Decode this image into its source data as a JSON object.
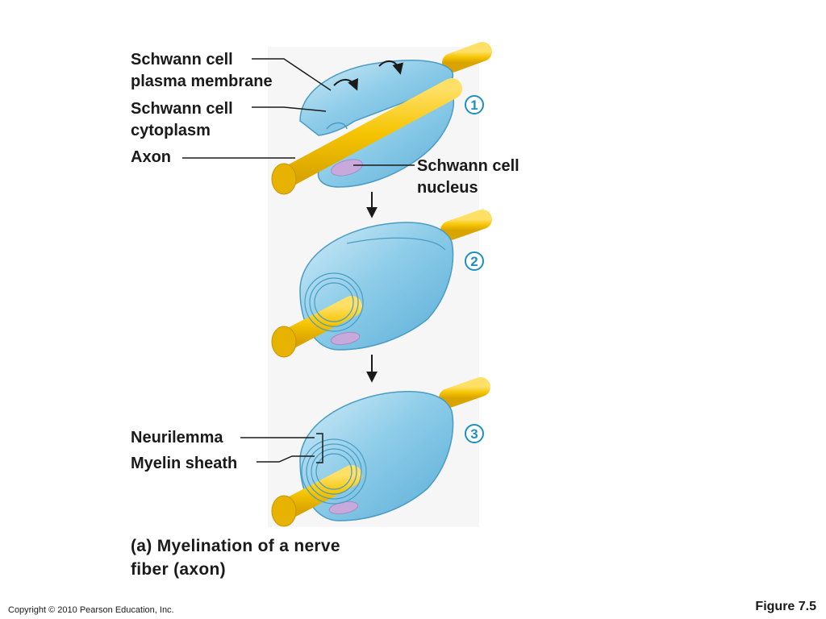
{
  "labels": {
    "plasma_membrane": [
      "Schwann cell",
      "plasma membrane"
    ],
    "cytoplasm": [
      "Schwann cell",
      "cytoplasm"
    ],
    "axon": "Axon",
    "nucleus": [
      "Schwann cell",
      "nucleus"
    ],
    "neurilemma": "Neurilemma",
    "myelin_sheath": "Myelin sheath"
  },
  "steps": [
    "1",
    "2",
    "3"
  ],
  "caption": [
    "(a) Myelination of a nerve",
    "fiber (axon)"
  ],
  "footer": {
    "copyright": "Copyright © 2010 Pearson Education, Inc.",
    "figure": "Figure 7.5"
  },
  "colors": {
    "axon": "#f5c400",
    "axon_dark": "#d9a300",
    "schwann_cell": "#8fcde9",
    "schwann_edge": "#4a9cc4",
    "nucleus": "#c7a9dc",
    "step_badge": "#1e8fc0",
    "panel_bg": "#f6f6f6"
  }
}
